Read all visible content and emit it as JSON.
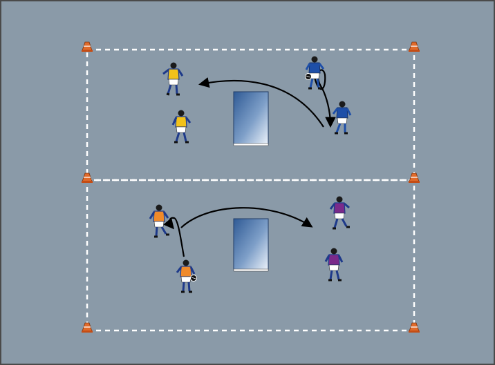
{
  "diagram": {
    "kind": "soccer-drill",
    "pitch_color": "#8a9aa8",
    "frame_color": "#4a4a4a",
    "boundary_line_color": "#ffffff",
    "boundary_style": "dashed",
    "cone_color": "#e06a2a",
    "screen_gradient": [
      "#2f5a95",
      "#e8f1fb"
    ],
    "arrow_color": "#000000",
    "zones": [
      {
        "id": "top-zone",
        "teams": [
          {
            "name": "yellow-bibs",
            "shirt": "#f2c21a",
            "sleeves": "#1e3a8a",
            "players": 2
          },
          {
            "name": "blue-kit",
            "shirt": "#1e4fa8",
            "sleeves": "#1e4fa8",
            "players": 2
          }
        ],
        "ball_holder": "blue-kit",
        "passes": [
          {
            "type": "dribble-loop",
            "from": "blue-kit",
            "to": "blue-kit"
          },
          {
            "type": "pass-over-screen",
            "from": "blue-kit",
            "to": "yellow-bibs"
          }
        ]
      },
      {
        "id": "bottom-zone",
        "teams": [
          {
            "name": "orange-bibs",
            "shirt": "#f08a2a",
            "sleeves": "#1e3a8a",
            "players": 2
          },
          {
            "name": "purple-kit",
            "shirt": "#7a2a8a",
            "sleeves": "#1e3a8a",
            "players": 2
          }
        ],
        "ball_holder": "orange-bibs",
        "passes": [
          {
            "type": "dribble-loop",
            "from": "orange-bibs",
            "to": "orange-bibs"
          },
          {
            "type": "pass-over-screen",
            "from": "orange-bibs",
            "to": "purple-kit"
          }
        ]
      }
    ],
    "cones": 6
  }
}
